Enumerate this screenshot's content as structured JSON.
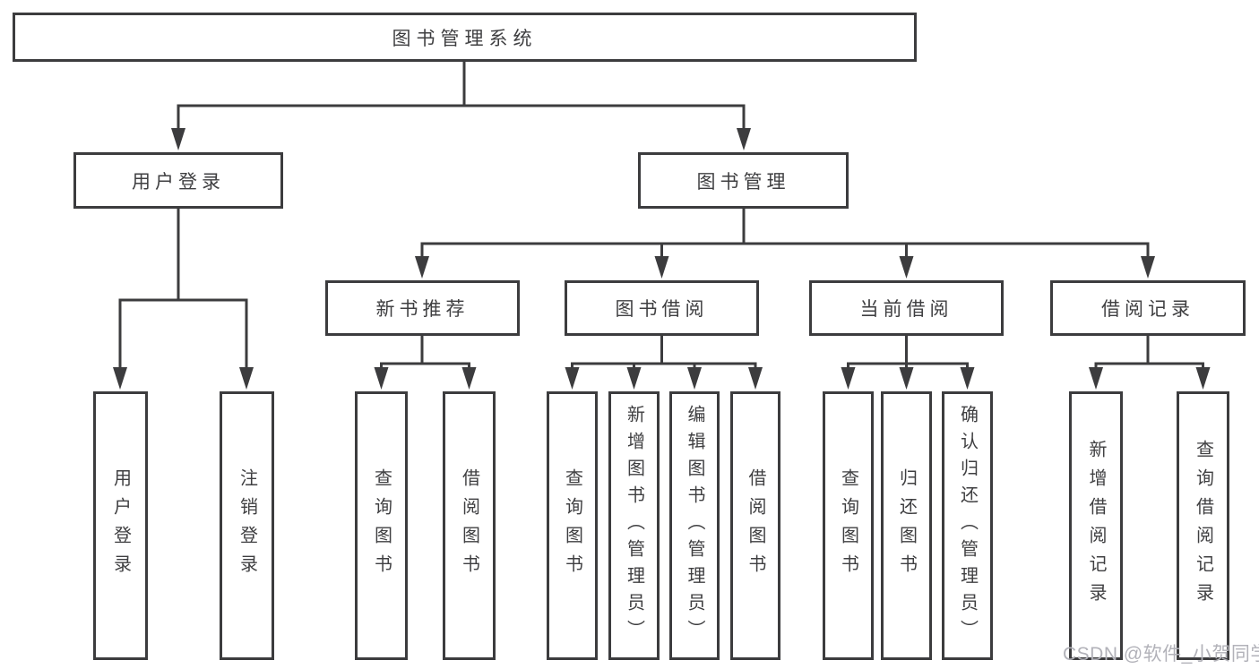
{
  "diagram_title": "图书管理系统",
  "colors": {
    "line": "#3c3c3e",
    "text": "#3f3f41",
    "box_fill": "#ffffff",
    "background": "#ffffff",
    "watermark": "#b2b2b9"
  },
  "nodes": {
    "root": "图书管理系统",
    "userLogin": "用户登录",
    "bookManagement": "图书管理",
    "newBookRec": "新书推荐",
    "bookBorrow": "图书借阅",
    "currentBorrow": "当前借阅",
    "borrowRecords": "借阅记录",
    "leafUserLogin": "用户登录",
    "leafLogout": "注销登录",
    "nbQuery": "查询图书",
    "nbBorrow": "借阅图书",
    "bbQuery": "查询图书",
    "bbAdd": "新增图书（管理员）",
    "bbEdit": "编辑图书（管理员）",
    "bbBorrow": "借阅图书",
    "cbQuery": "查询图书",
    "cbReturn": "归还图书",
    "cbConfirm": "确认归还（管理员）",
    "brAdd": "新增借阅记录",
    "brQuery": "查询借阅记录"
  },
  "watermark": "CSDN @软件_小贺同学"
}
